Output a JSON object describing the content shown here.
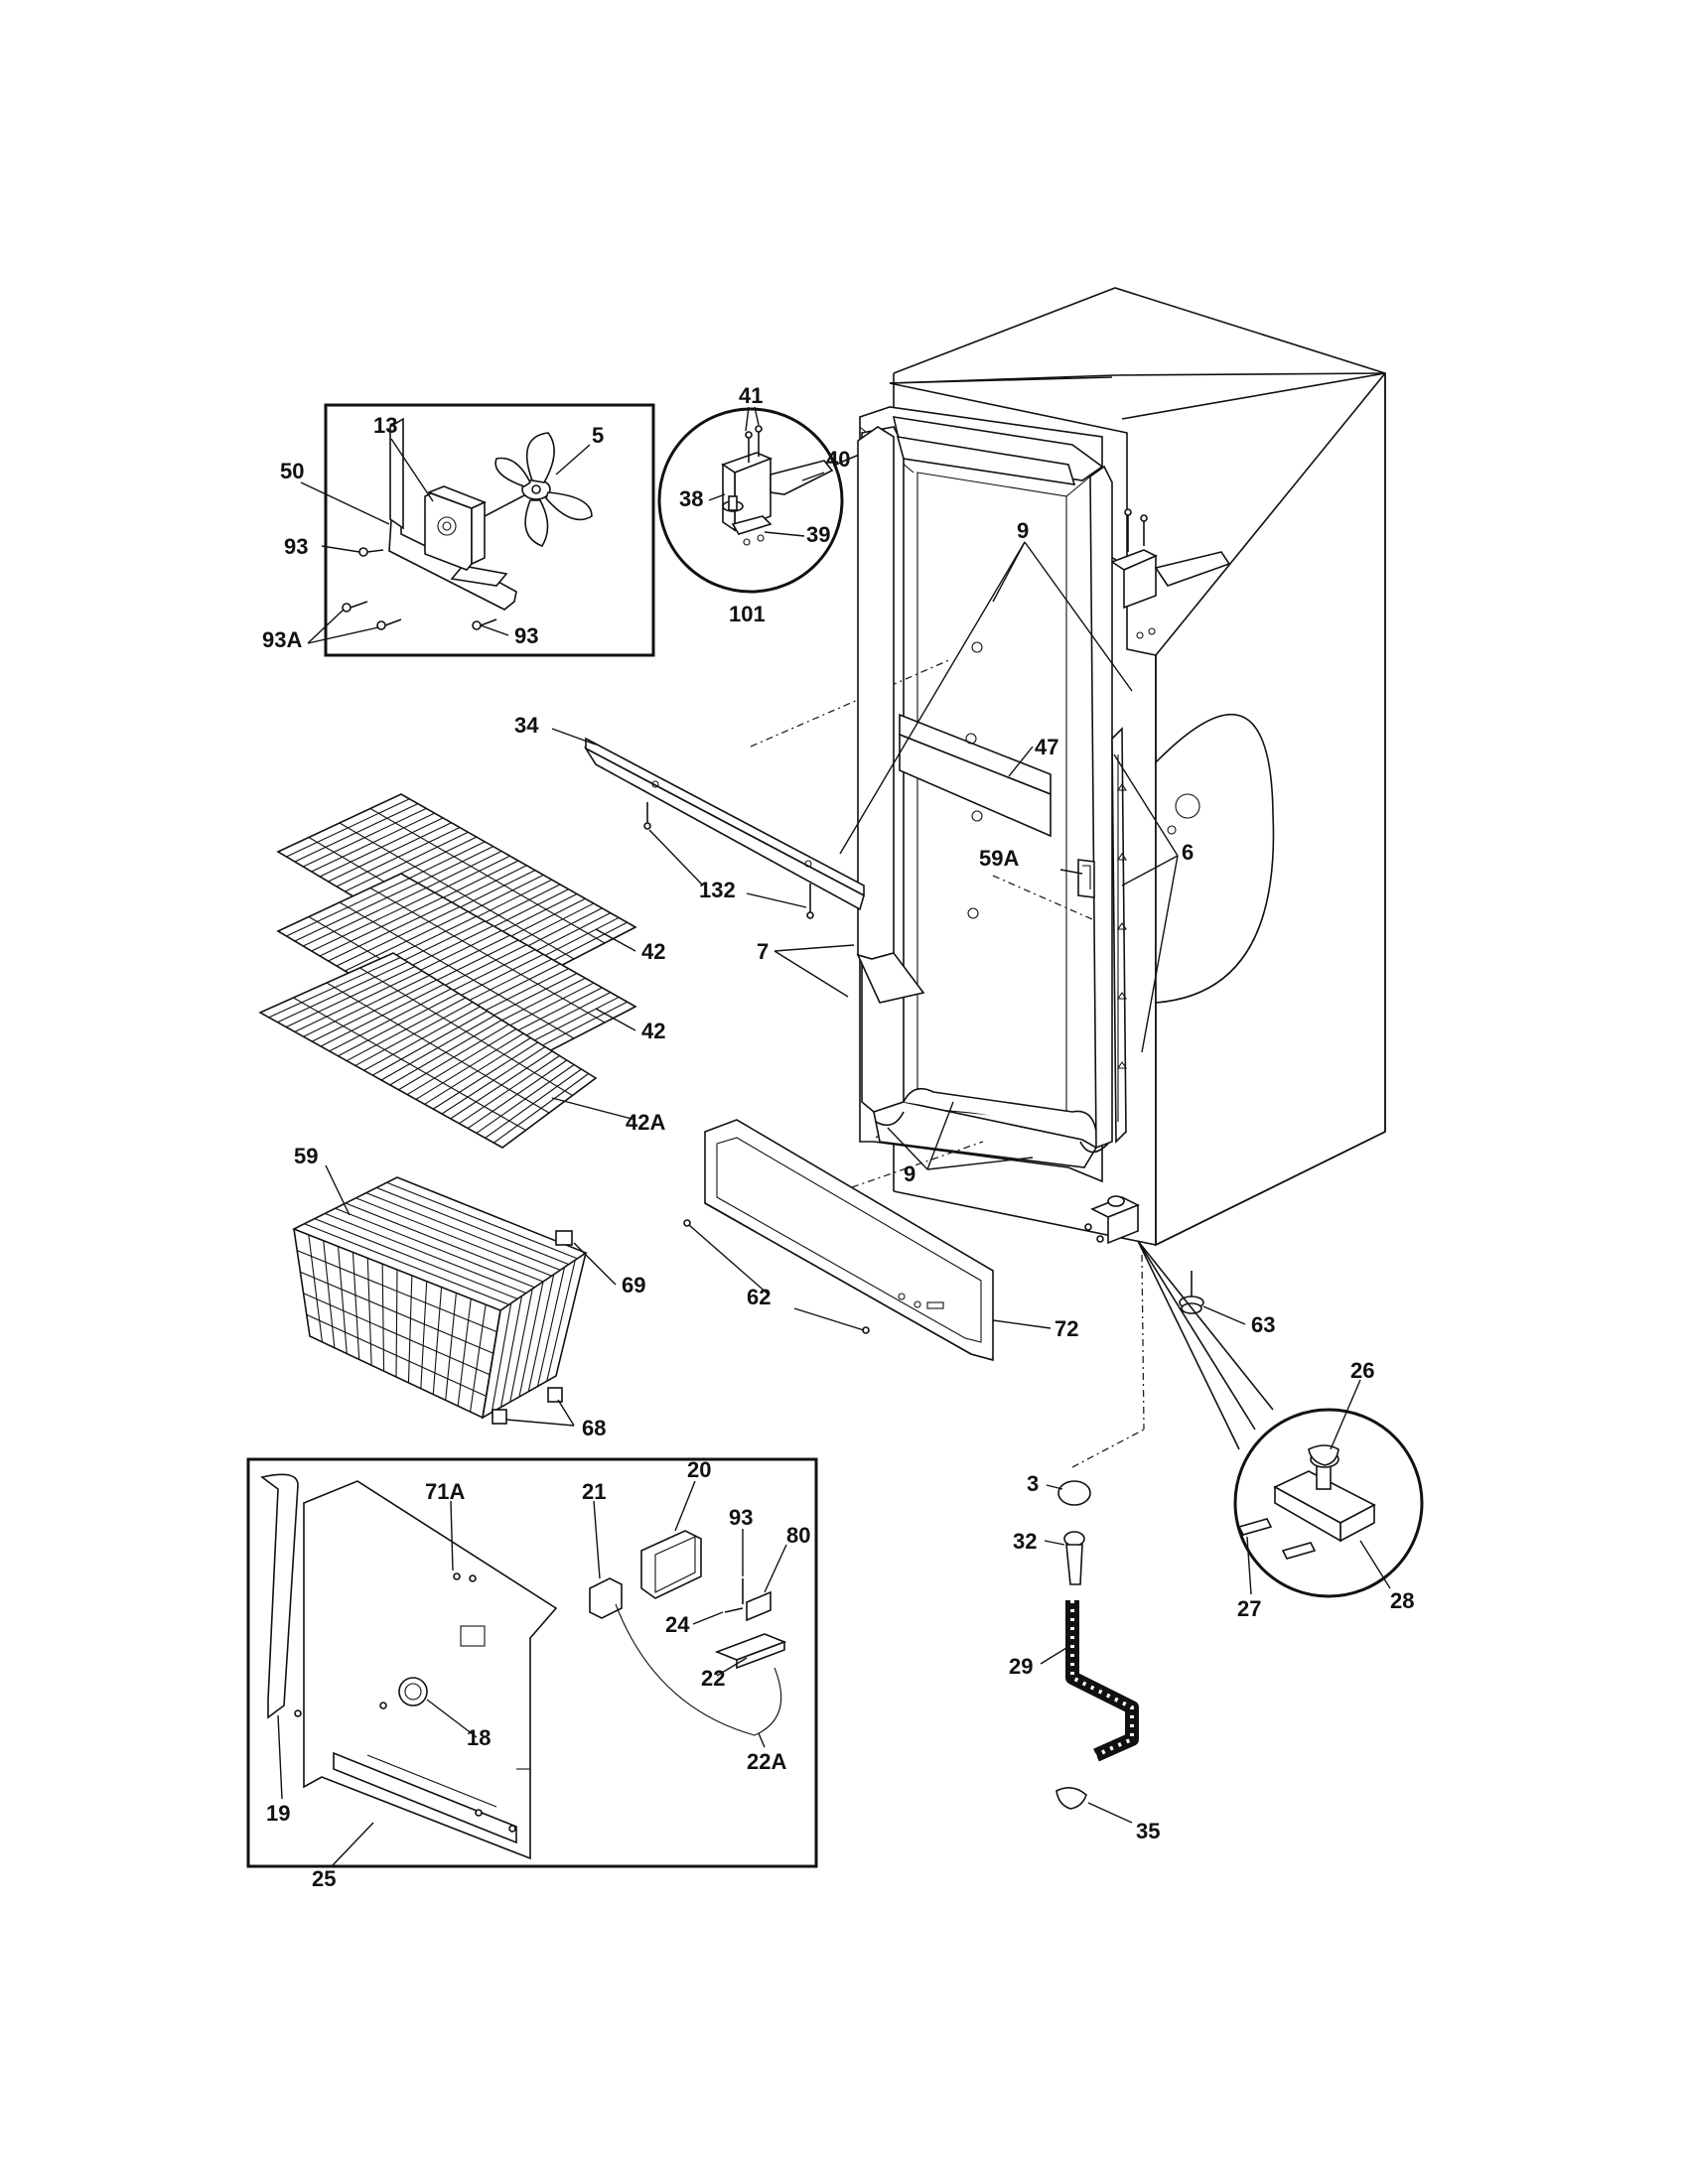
{
  "labels": {
    "p13": "13",
    "p5": "5",
    "p50": "50",
    "p93a_1": "93",
    "p93A": "93A",
    "p93a_2": "93",
    "p41": "41",
    "p40": "40",
    "p38": "38",
    "p39": "39",
    "p101": "101",
    "p9_top": "9",
    "p34": "34",
    "p47": "47",
    "p132": "132",
    "p42_1": "42",
    "p42_2": "42",
    "p42A": "42A",
    "p59A": "59A",
    "p6": "6",
    "p7": "7",
    "p9_bot": "9",
    "p59": "59",
    "p69": "69",
    "p68": "68",
    "p62": "62",
    "p72": "72",
    "p63": "63",
    "p26": "26",
    "p27": "27",
    "p28": "28",
    "p3": "3",
    "p32": "32",
    "p29": "29",
    "p35": "35",
    "p71A": "71A",
    "p21": "21",
    "p20": "20",
    "p93b": "93",
    "p80": "80",
    "p24": "24",
    "p22": "22",
    "p22A": "22A",
    "p18": "18",
    "p19": "19",
    "p25": "25"
  }
}
